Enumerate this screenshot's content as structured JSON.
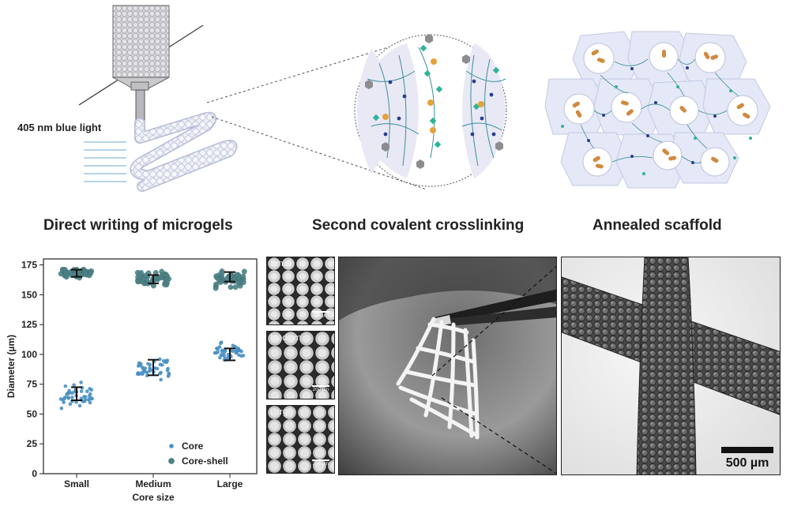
{
  "top_row": {
    "light_label": "405 nm blue light",
    "caption_writing": "Direct writing of microgels",
    "caption_crosslinking": "Second covalent crosslinking",
    "caption_scaffold": "Annealed scaffold"
  },
  "chart_data": {
    "type": "scatter",
    "categories": [
      "Small",
      "Medium",
      "Large"
    ],
    "xlabel": "Core size",
    "ylabel": "Diameter (µm)",
    "ylim": [
      0,
      175
    ],
    "yticks": [
      0,
      25,
      50,
      75,
      100,
      125,
      150,
      175
    ],
    "legend_position": "bottom-right",
    "series": [
      {
        "name": "Core",
        "color": "#4a90c2",
        "mean": [
          67,
          89,
          100
        ],
        "sd": [
          5.5,
          6.5,
          5
        ],
        "range": [
          [
            52,
            81
          ],
          [
            75,
            102
          ],
          [
            93,
            112
          ]
        ]
      },
      {
        "name": "Core-shell",
        "color": "#4c8286",
        "mean": [
          168,
          163,
          165
        ],
        "sd": [
          3,
          3.5,
          4
        ],
        "range": [
          [
            163,
            174
          ],
          [
            155,
            172
          ],
          [
            153,
            173
          ]
        ]
      }
    ]
  },
  "micrographs": [
    {
      "label": "Small",
      "scale": "200 µm"
    },
    {
      "label": "Medium",
      "scale": "200 µm"
    },
    {
      "label": "Large",
      "scale": "200 µm"
    }
  ],
  "zoom_panel": {
    "scale_label": "500 µm"
  }
}
